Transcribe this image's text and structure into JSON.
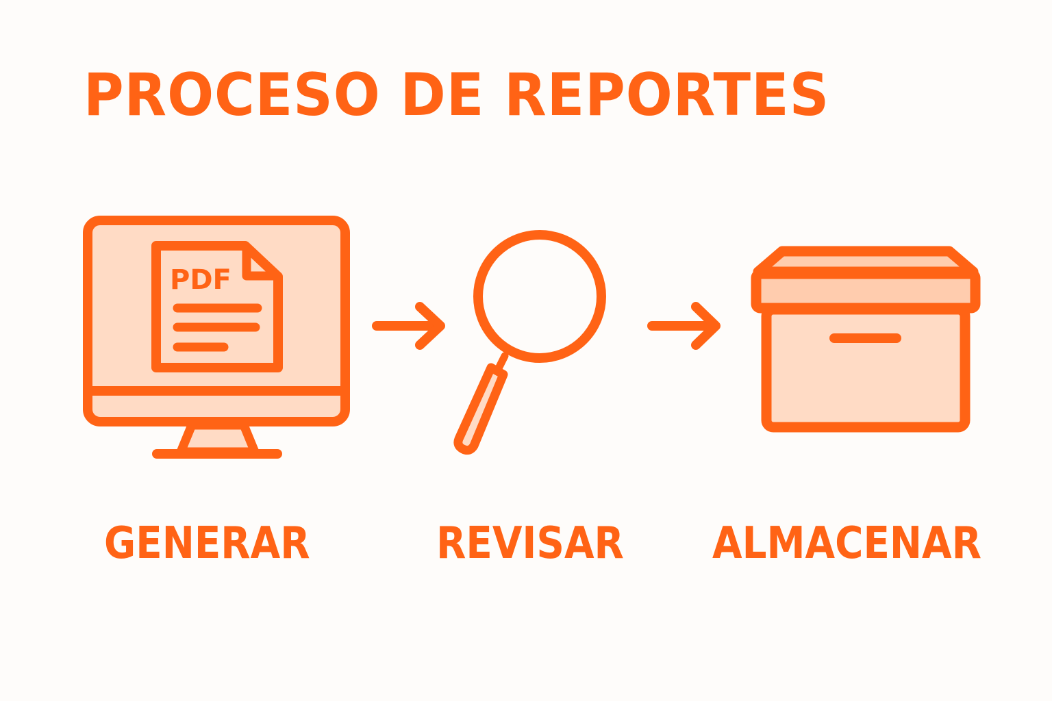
{
  "title": "PROCESO DE REPORTES",
  "colors": {
    "accent": "#FF6315",
    "fill": "#FFDBC5",
    "lid_fill": "#FFCCAE",
    "background": "#FEFCFA"
  },
  "steps": [
    {
      "label": "GENERAR",
      "icon": "monitor-pdf-icon",
      "icon_text": "PDF"
    },
    {
      "label": "REVISAR",
      "icon": "magnifying-glass-icon"
    },
    {
      "label": "ALMACENAR",
      "icon": "archive-box-icon"
    }
  ],
  "connectors": [
    {
      "icon": "arrow-right-icon",
      "from": "GENERAR",
      "to": "REVISAR"
    },
    {
      "icon": "arrow-right-icon",
      "from": "REVISAR",
      "to": "ALMACENAR"
    }
  ]
}
